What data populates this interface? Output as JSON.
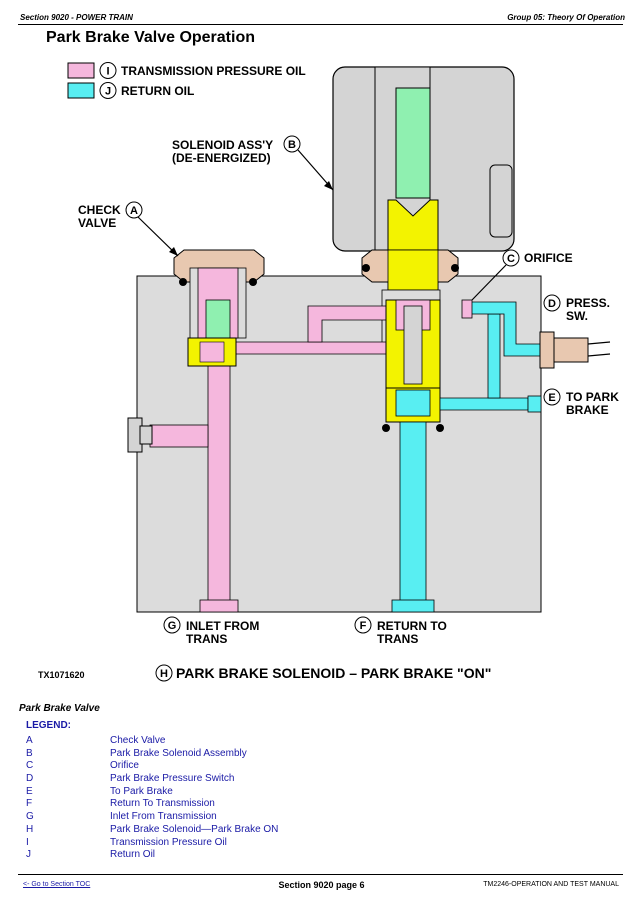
{
  "header": {
    "section": "Section 9020 - POWER TRAIN",
    "group": "Group 05: Theory Of Operation"
  },
  "title": "Park Brake Valve Operation",
  "colors": {
    "transmission_pressure_oil": "#f5b7dd",
    "return_oil": "#58eef2",
    "solenoid_core": "#8ff0b0",
    "solenoid_plunger": "#f3f300",
    "valve_body": "#dcdcdc",
    "solenoid_housing": "#d4d4d4",
    "cap": "#e8c8b0"
  },
  "diagram": {
    "legend_i_letter": "I",
    "legend_i_text": "TRANSMISSION PRESSURE OIL",
    "legend_j_letter": "J",
    "legend_j_text": "RETURN OIL",
    "b_line1": "SOLENOID ASS'Y",
    "b_line2": "(DE-ENERGIZED)",
    "b_letter": "B",
    "a_line1": "CHECK",
    "a_line2": "VALVE",
    "a_letter": "A",
    "c_letter": "C",
    "c_text": "ORIFICE",
    "d_letter": "D",
    "d_line1": "PRESS.",
    "d_line2": "SW.",
    "e_letter": "E",
    "e_line1": "TO PARK",
    "e_line2": "BRAKE",
    "g_letter": "G",
    "g_line1": "INLET FROM",
    "g_line2": "TRANS",
    "f_letter": "F",
    "f_line1": "RETURN TO",
    "f_line2": "TRANS",
    "figure_id": "TX1071620",
    "h_letter": "H",
    "h_text": "PARK BRAKE SOLENOID – PARK BRAKE \"ON\""
  },
  "caption": "Park Brake Valve",
  "legend_heading": "LEGEND:",
  "legend": [
    {
      "key": "A",
      "text": "Check Valve"
    },
    {
      "key": "B",
      "text": "Park Brake Solenoid Assembly"
    },
    {
      "key": "C",
      "text": "Orifice"
    },
    {
      "key": "D",
      "text": "Park Brake Pressure Switch"
    },
    {
      "key": "E",
      "text": "To Park Brake"
    },
    {
      "key": "F",
      "text": "Return To Transmission"
    },
    {
      "key": "G",
      "text": "Inlet From Transmission"
    },
    {
      "key": "H",
      "text": "Park Brake Solenoid—Park Brake ON"
    },
    {
      "key": "I",
      "text": "Transmission Pressure Oil"
    },
    {
      "key": "J",
      "text": "Return Oil"
    }
  ],
  "footer": {
    "toc_link": "<- Go to Section TOC",
    "page": "Section 9020 page 6",
    "manual": "TM2246-OPERATION AND TEST MANUAL"
  }
}
